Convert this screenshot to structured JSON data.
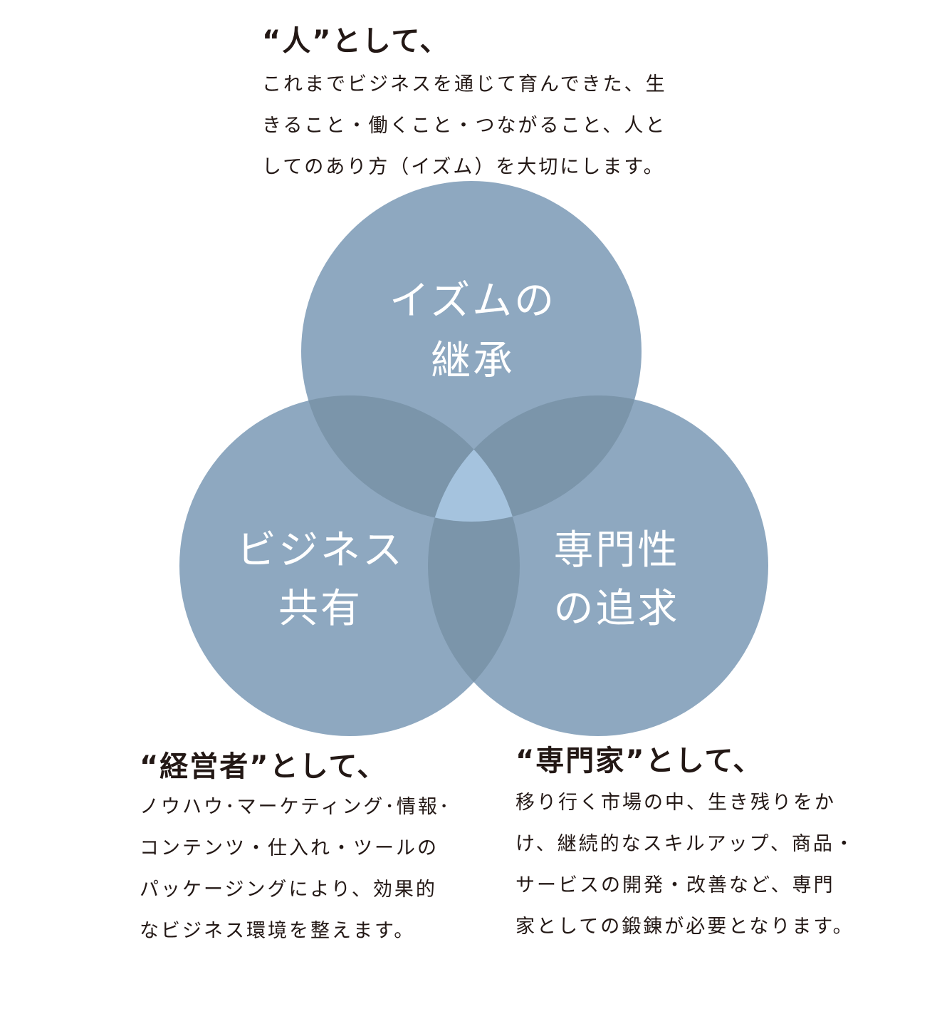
{
  "colors": {
    "circle": "#8ea8c0",
    "pair_overlap": "#7b95aa",
    "center_overlap": "#a5c3de",
    "label_text": "#ffffff",
    "body_text": "#231815"
  },
  "venn": {
    "top": {
      "label_lines": [
        "イズムの",
        "継承"
      ]
    },
    "left": {
      "label_lines": [
        "ビジネス",
        "共有"
      ]
    },
    "right": {
      "label_lines": [
        "専門性",
        "の追求"
      ]
    }
  },
  "blocks": {
    "top": {
      "heading": "“人”として、",
      "lines": [
        "これまでビジネスを通じて育んできた、生",
        "きること・働くこと・つながること、人と",
        "してのあり方（イズム）を大切にします。"
      ]
    },
    "left": {
      "heading": "“経営者”として、",
      "lines": [
        "ノウハウ･マーケティング･情報･",
        "コンテンツ・仕入れ・ツールの",
        "パッケージングにより、効果的",
        "なビジネス環境を整えます。"
      ]
    },
    "right": {
      "heading": "“専門家”として、",
      "lines": [
        "移り行く市場の中、生き残りをか",
        "け、継続的なスキルアップ、商品・",
        "サービスの開発・改善など、専門",
        "家としての鍛錬が必要となります。"
      ]
    }
  }
}
